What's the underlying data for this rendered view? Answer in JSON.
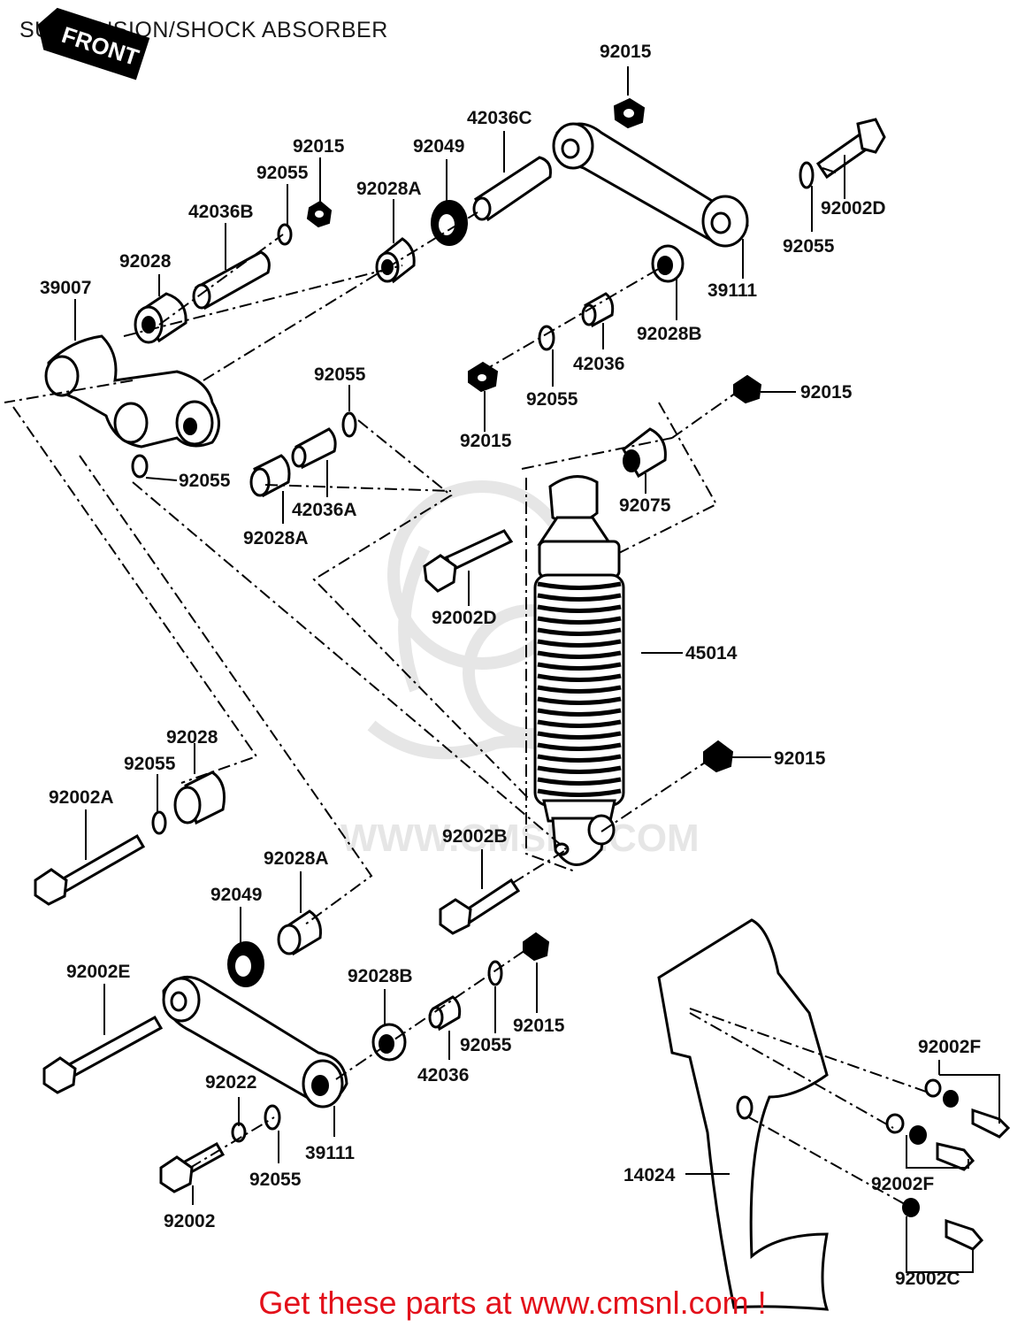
{
  "title": "SUSPENSION/SHOCK ABSORBER",
  "front_badge": "FRONT",
  "footer": "Get these parts at www.cmsnl.com !",
  "watermark": "WWW.CMSNL.COM",
  "labels": {
    "p92015_top": "92015",
    "p42036C": "42036C",
    "p92049_top": "92049",
    "p92015_b": "92015",
    "p92055_a": "92055",
    "p92028A_top": "92028A",
    "p42036B": "42036B",
    "p92028_top": "92028",
    "p39007": "39007",
    "p92002D_top": "92002D",
    "p92055_r": "92055",
    "p39111_top": "39111",
    "p92028B_top": "92028B",
    "p42036_mid": "42036",
    "p92055_mid": "92055",
    "p92015_mid": "92015",
    "p92055_c": "92055",
    "p92055_left": "92055",
    "p42036A": "42036A",
    "p92028A_mid": "92028A",
    "p92015_shock": "92015",
    "p92075": "92075",
    "p92002D_mid": "92002D",
    "p45014": "45014",
    "p92015_lower": "92015",
    "p92028_low": "92028",
    "p92055_low": "92055",
    "p92002A": "92002A",
    "p92002B": "92002B",
    "p92028A_low": "92028A",
    "p92049_low": "92049",
    "p92002E": "92002E",
    "p92028B_low": "92028B",
    "p92015_bot": "92015",
    "p92055_bot": "92055",
    "p42036_bot": "42036",
    "p92022": "92022",
    "p39111_bot": "39111",
    "p92055_bot2": "92055",
    "p92002": "92002",
    "p14024": "14024",
    "p92002F_a": "92002F",
    "p92002F_b": "92002F",
    "p92002C": "92002C"
  }
}
